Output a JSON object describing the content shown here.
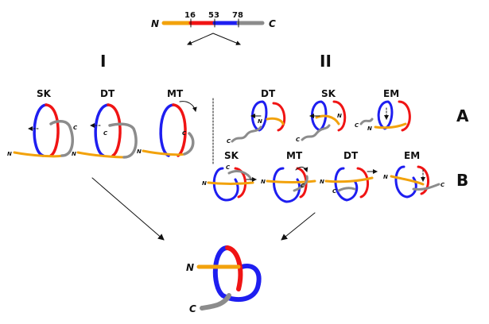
{
  "segment_bar": {
    "n_label": "N",
    "c_label": "C",
    "ticks": [
      "16",
      "53",
      "78"
    ],
    "colors": {
      "n_term": "#f2a20c",
      "red": "#f01414",
      "blue": "#1e1ef0",
      "c_term": "#8c8c8c"
    }
  },
  "pathways": {
    "route_1": {
      "label": "I",
      "steps": [
        "SK",
        "DT",
        "MT"
      ]
    },
    "route_2": {
      "label": "II",
      "row_a": {
        "label": "A",
        "steps": [
          "DT",
          "SK",
          "EM"
        ]
      },
      "row_b": {
        "label": "B",
        "steps": [
          "SK",
          "MT",
          "DT",
          "EM"
        ]
      }
    }
  },
  "terminal_labels": {
    "n": "N",
    "c": "C"
  },
  "final_knot": {
    "n_label": "N",
    "c_label": "C"
  }
}
